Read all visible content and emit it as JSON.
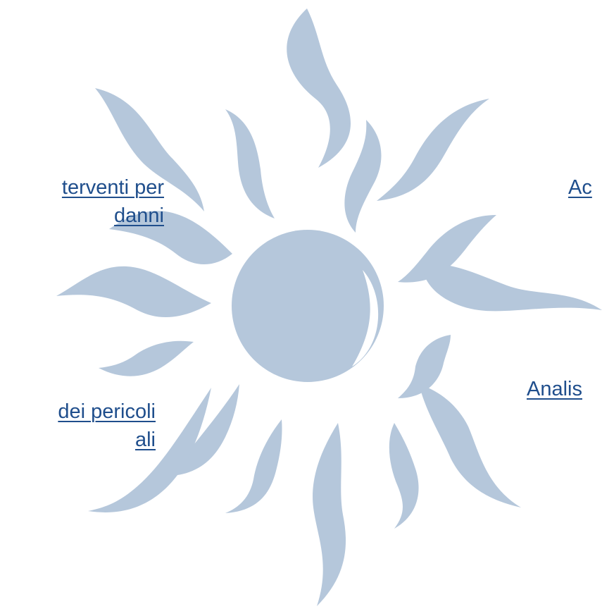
{
  "links": {
    "left_top": {
      "line1": "terventi per",
      "line2": " danni"
    },
    "left_bottom": {
      "line1": "dei pericoli",
      "line2": "ali"
    },
    "right_top": {
      "label": "Ac"
    },
    "right_bottom": {
      "label": "Analis"
    }
  },
  "colors": {
    "sun": "#b5c7db",
    "link": "#1f4e8c",
    "background": "#ffffff"
  },
  "icons": {
    "sun": "sun-icon"
  }
}
